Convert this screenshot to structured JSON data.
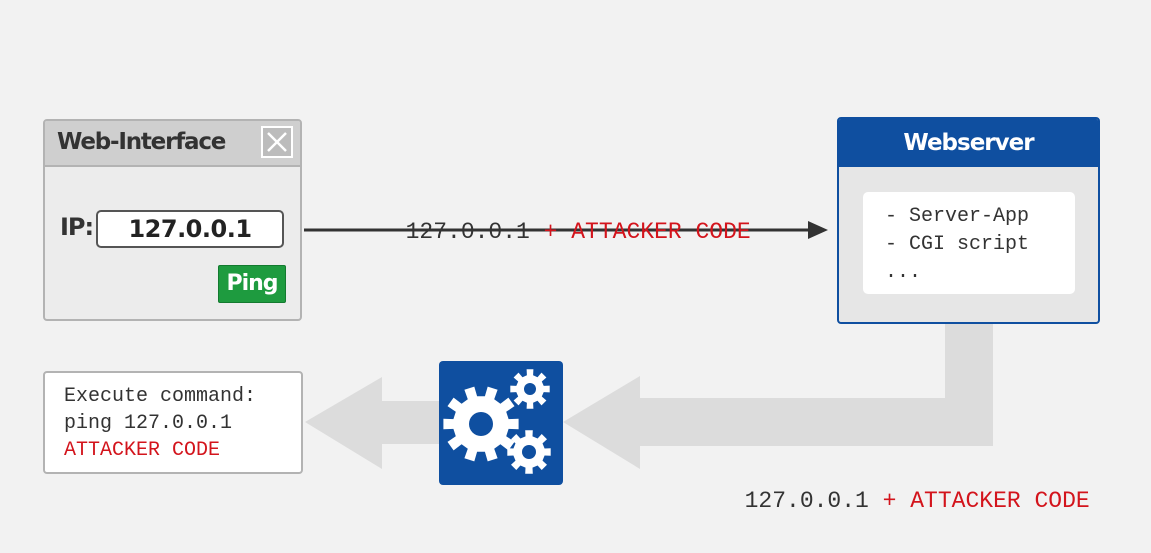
{
  "web_interface": {
    "title": "Web-Interface",
    "ip_label": "IP:",
    "ip_value": "127.0.0.1",
    "ping_label": "Ping"
  },
  "top_arrow_label": {
    "ip": "127.0.0.1",
    "attack": " + ATTACKER CODE"
  },
  "webserver": {
    "title": "Webserver",
    "items": [
      "- Server-App",
      "- CGI script",
      "..."
    ]
  },
  "result": {
    "line1": "Execute command:",
    "line2": "ping 127.0.0.1",
    "line3": "ATTACKER CODE"
  },
  "bottom_arrow_label": {
    "ip": "127.0.0.1",
    "attack": " + ATTACKER CODE"
  },
  "colors": {
    "background": "#f2f2f2",
    "brand_blue": "#0f4fa0",
    "ping_green": "#1e9b3f",
    "attack_red": "#d3141c",
    "flow_arrow": "#dcdcdc"
  },
  "icons": [
    "close-icon",
    "gears-icon"
  ]
}
